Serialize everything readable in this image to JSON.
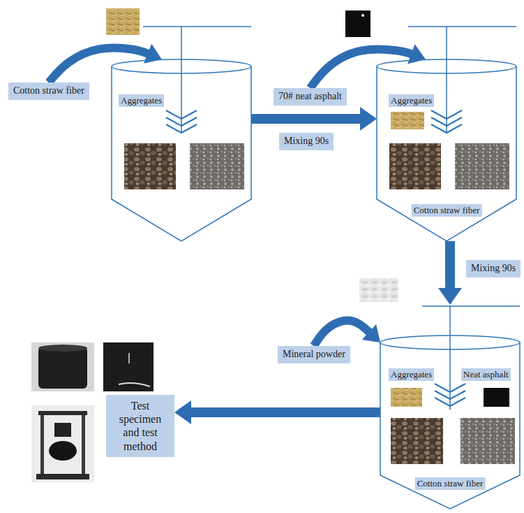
{
  "diagram": {
    "nodes": [
      {
        "text": [
          "Cotton straw fiber"
        ]
      },
      {
        "text": [
          "Aggregates"
        ]
      },
      {
        "text": [
          "70# neat asphalt"
        ]
      },
      {
        "text": [
          "Aggregates",
          "Cotton straw fiber"
        ]
      },
      {
        "text": [
          "Mineral powder"
        ]
      },
      {
        "text": [
          "Aggregates",
          "Neat asphalt",
          "Cotton straw fiber"
        ]
      },
      {
        "text": [
          "Test specimen and test method"
        ]
      }
    ],
    "edges": [
      {
        "from": 0,
        "to": 1,
        "arrow": "to"
      },
      {
        "from": 2,
        "to": 3,
        "arrow": "to"
      },
      {
        "from": 1,
        "to": 3,
        "label": "Mixing 90s",
        "arrow": "to"
      },
      {
        "from": 3,
        "to": 5,
        "label": "Mixing 90s",
        "arrow": "to"
      },
      {
        "from": 4,
        "to": 5,
        "arrow": "to"
      },
      {
        "from": 5,
        "to": 6,
        "arrow": "to"
      }
    ]
  }
}
